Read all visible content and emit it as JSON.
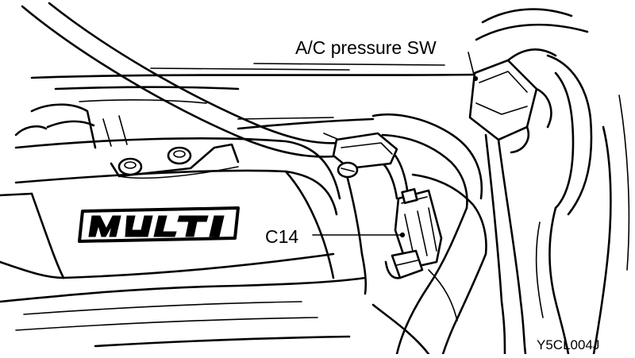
{
  "callouts": {
    "ac_pressure_switch": "A/C pressure SW",
    "connector": "C14"
  },
  "figure_code": "Y5CL004J",
  "colors": {
    "ink": "#000000",
    "paper": "#ffffff"
  }
}
